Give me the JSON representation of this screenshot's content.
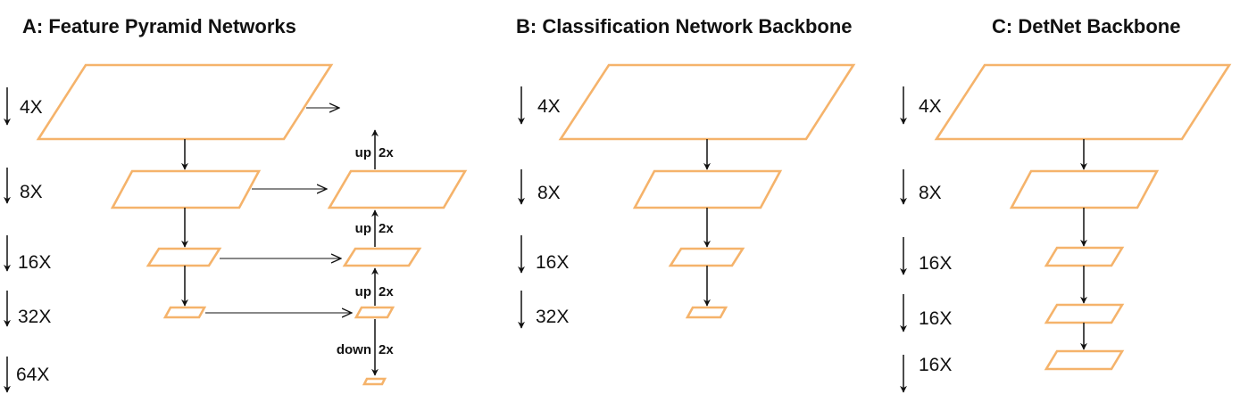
{
  "colors": {
    "plane_stroke": "#f5b36b",
    "ink": "#111111",
    "background": "#ffffff"
  },
  "panels": [
    {
      "title": "A: Feature Pyramid Networks",
      "scales": [
        "4X",
        "8X",
        "16X",
        "32X",
        "64X"
      ],
      "fpn_tags": [
        {
          "dir": "up",
          "factor": "2x"
        },
        {
          "dir": "up",
          "factor": "2x"
        },
        {
          "dir": "up",
          "factor": "2x"
        },
        {
          "dir": "down",
          "factor": "2x"
        }
      ]
    },
    {
      "title": "B: Classification Network Backbone",
      "scales": [
        "4X",
        "8X",
        "16X",
        "32X"
      ]
    },
    {
      "title": "C: DetNet Backbone",
      "scales": [
        "4X",
        "8X",
        "16X",
        "16X",
        "16X"
      ]
    }
  ]
}
